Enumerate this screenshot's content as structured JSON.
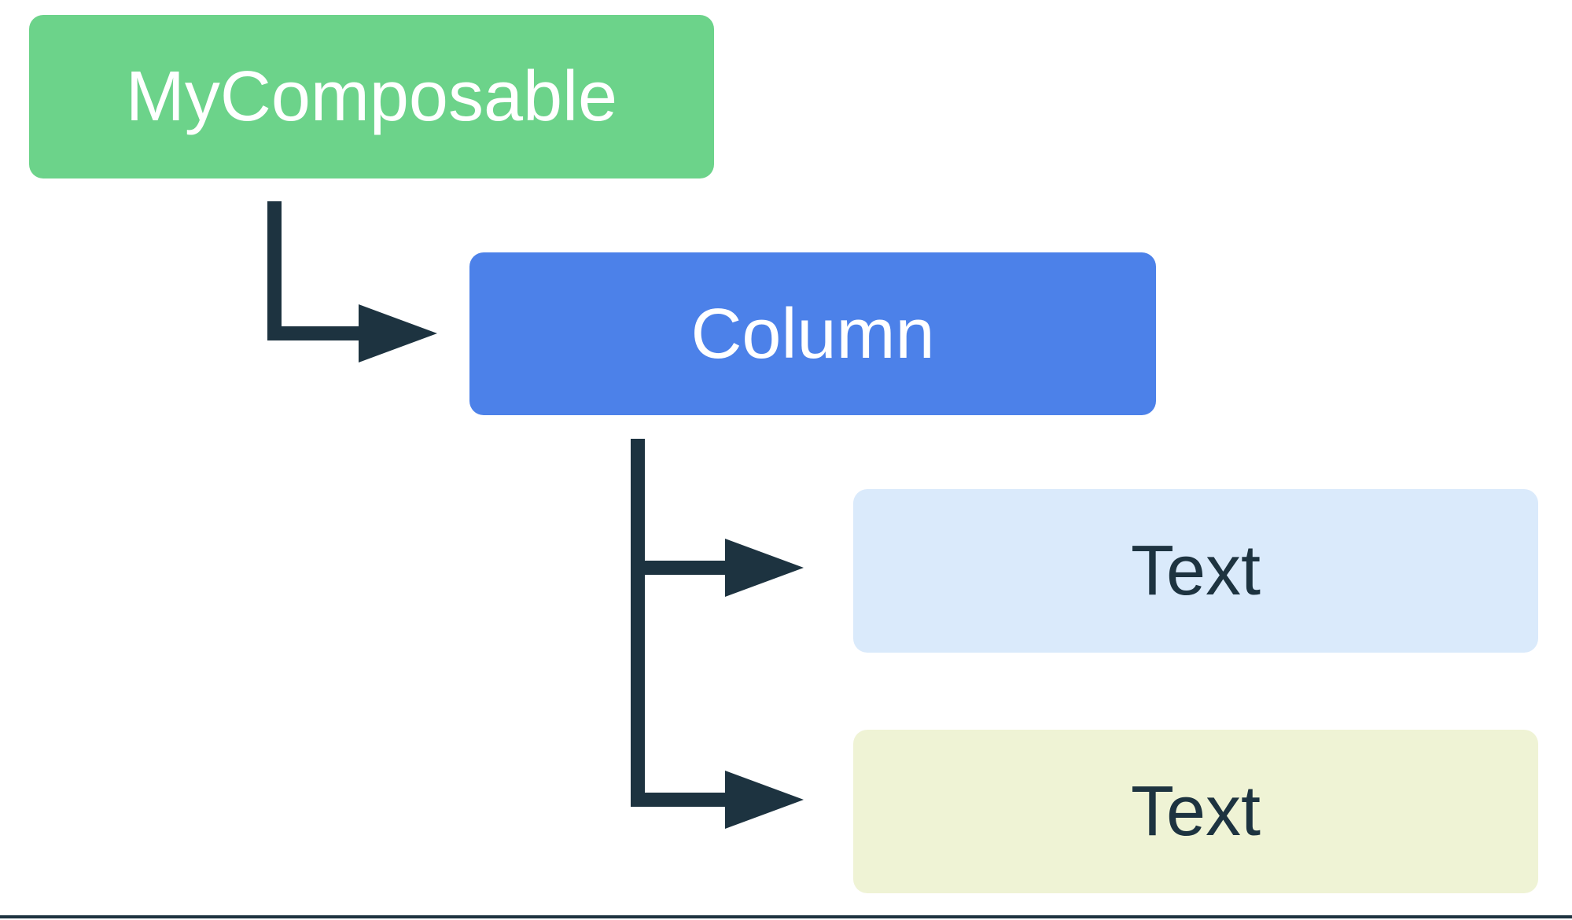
{
  "diagram": {
    "type": "tree",
    "nodes": [
      {
        "id": "mycomposable",
        "label": "MyComposable"
      },
      {
        "id": "column",
        "label": "Column"
      },
      {
        "id": "text-1",
        "label": "Text"
      },
      {
        "id": "text-2",
        "label": "Text"
      }
    ],
    "edges": [
      {
        "from": "mycomposable",
        "to": "column"
      },
      {
        "from": "column",
        "to": "text-1"
      },
      {
        "from": "column",
        "to": "text-2"
      }
    ]
  },
  "colors": {
    "canvas-bg": "#ffffff",
    "node-mycomposable-bg": "#6cd38a",
    "node-column-bg": "#4c81e9",
    "node-text-1-bg": "#daeafb",
    "node-text-2-bg": "#eff3d5",
    "connector": "#1d3340",
    "label-light": "#ffffff",
    "label-dark": "#1d3340",
    "bottom-rule": "#1d3340"
  }
}
